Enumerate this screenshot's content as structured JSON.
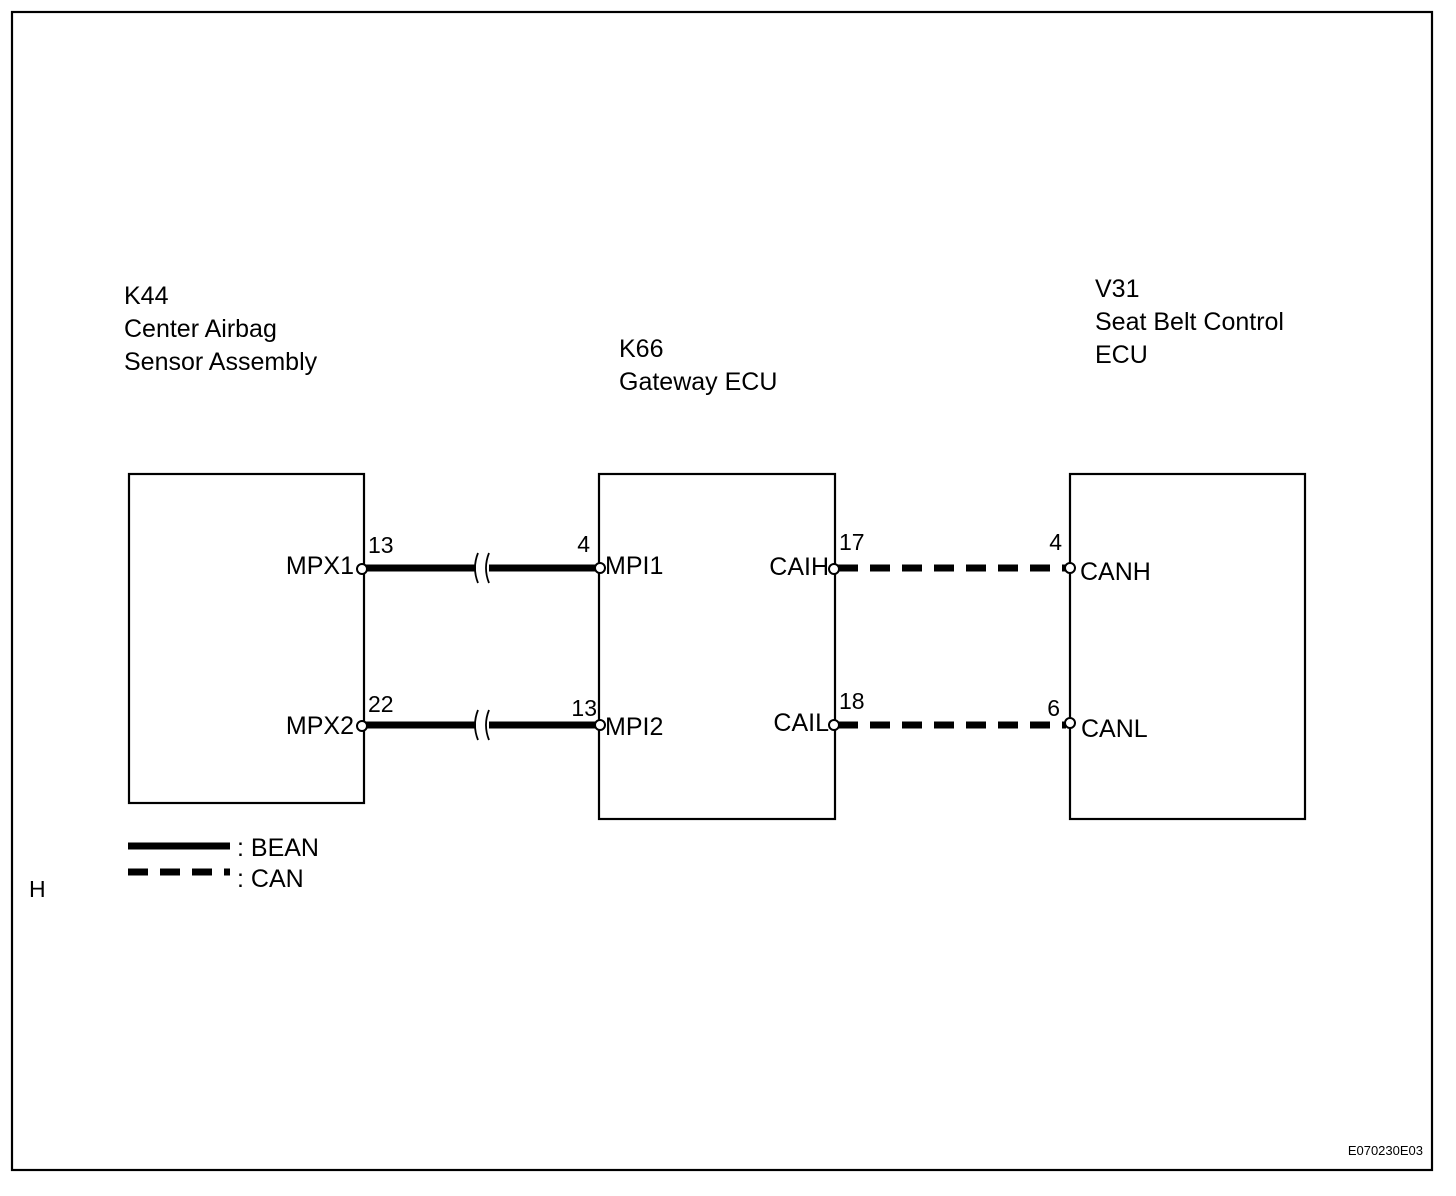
{
  "components": {
    "k44": {
      "code": "K44",
      "name_line1": "Center Airbag",
      "name_line2": "Sensor Assembly"
    },
    "k66": {
      "code": "K66",
      "name_line1": "Gateway ECU"
    },
    "v31": {
      "code": "V31",
      "name_line1": "Seat Belt Control",
      "name_line2": "ECU"
    }
  },
  "terminals": {
    "k44_mpx1": {
      "name": "MPX1",
      "pin": "13"
    },
    "k44_mpx2": {
      "name": "MPX2",
      "pin": "22"
    },
    "k66_mpi1": {
      "name": "MPI1",
      "pin": "4"
    },
    "k66_mpi2": {
      "name": "MPI2",
      "pin": "13"
    },
    "k66_caih": {
      "name": "CAIH",
      "pin": "17"
    },
    "k66_cail": {
      "name": "CAIL",
      "pin": "18"
    },
    "v31_canh": {
      "name": "CANH",
      "pin": "4"
    },
    "v31_canl": {
      "name": "CANL",
      "pin": "6"
    }
  },
  "legend": {
    "bean": ": BEAN",
    "can": ": CAN"
  },
  "side_mark": "H",
  "figure_id": "E070230E03"
}
